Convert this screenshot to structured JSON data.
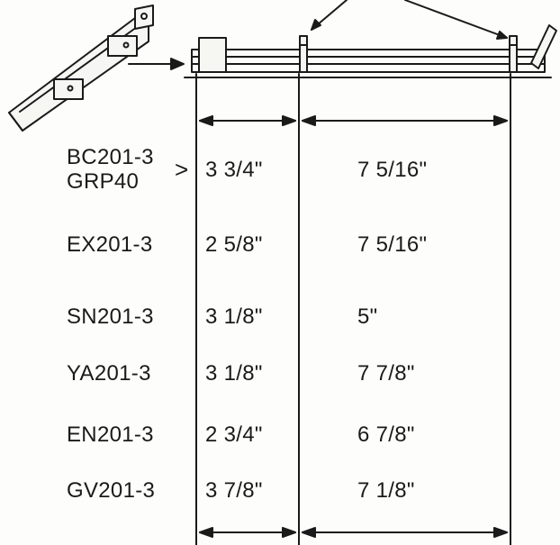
{
  "rows": [
    {
      "part": "BC201-3",
      "part2": "GRP40",
      "marker": ">",
      "a": "3  3/4\"",
      "b": "7  5/16\""
    },
    {
      "part": "EX201-3",
      "a": "2  5/8\"",
      "b": "7  5/16\""
    },
    {
      "part": "SN201-3",
      "a": "3  1/8\"",
      "b": "5\""
    },
    {
      "part": "YA201-3",
      "a": "3  1/8\"",
      "b": "7  7/8\""
    },
    {
      "part": "EN201-3",
      "a": "2  3/4\"",
      "b": "6  7/8\""
    },
    {
      "part": "GV201-3",
      "a": "3  7/8\"",
      "b": "7  1/8\""
    }
  ]
}
